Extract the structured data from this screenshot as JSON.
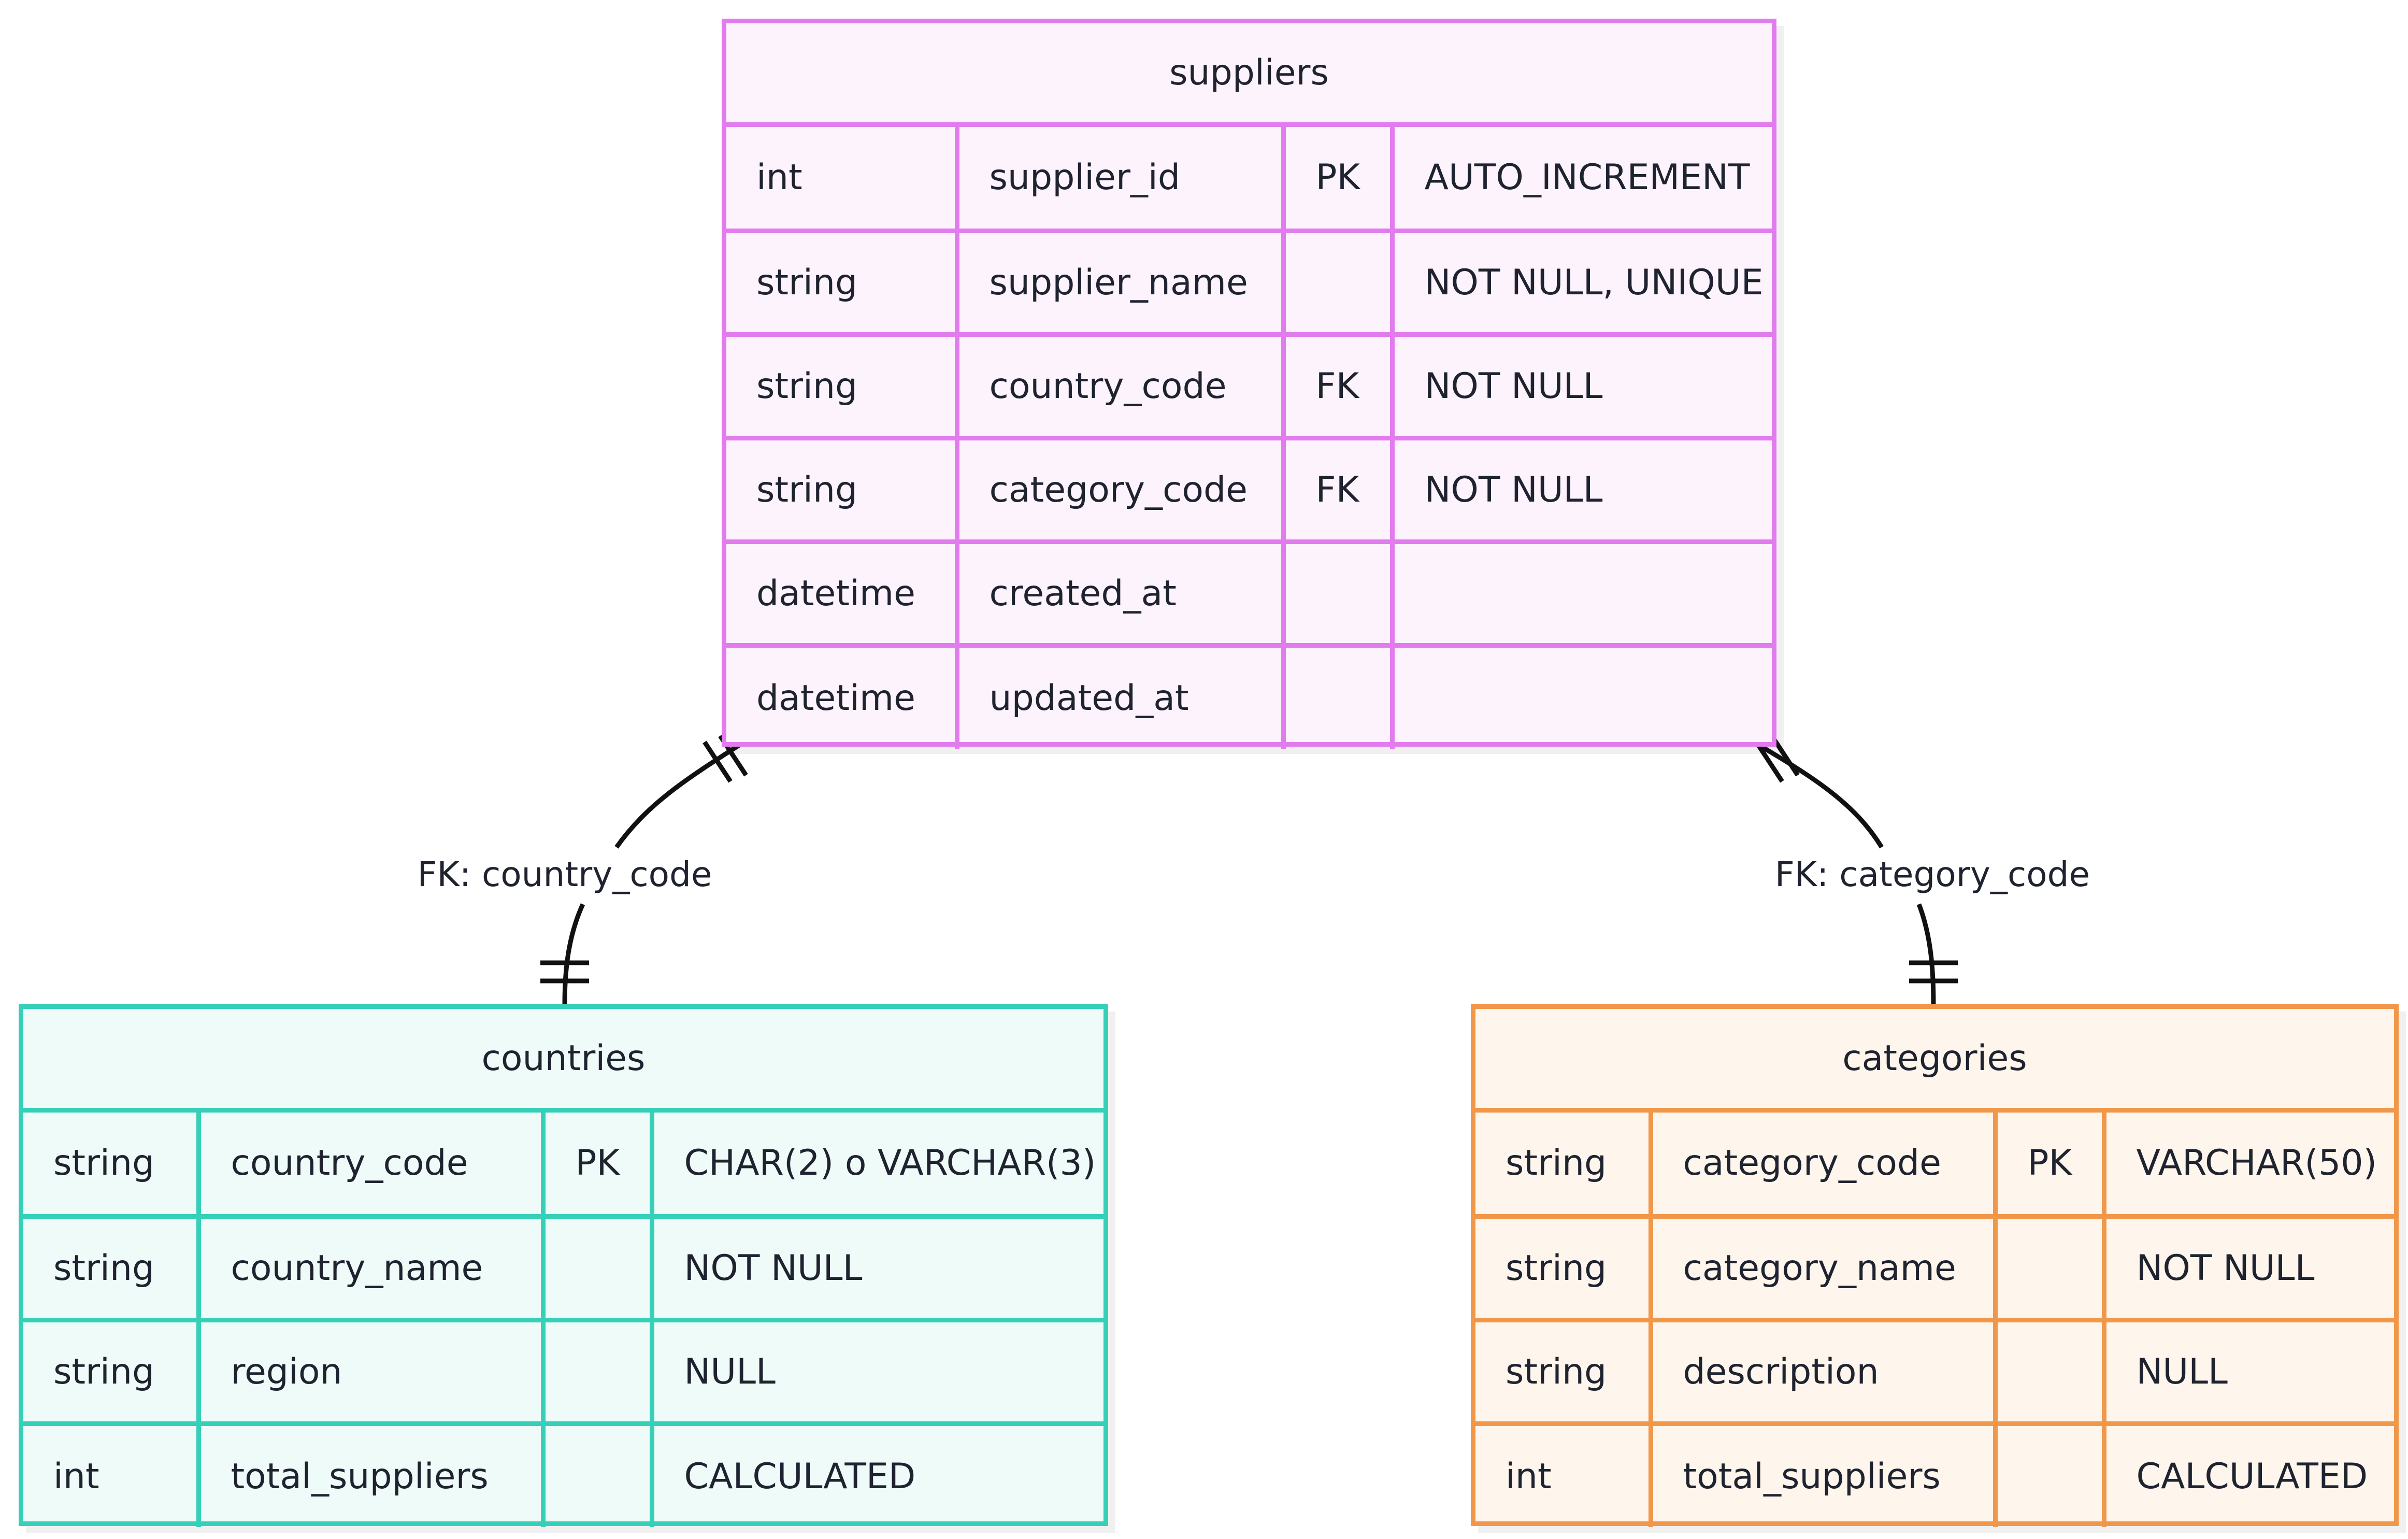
{
  "entities": {
    "suppliers": {
      "title": "suppliers",
      "rows": [
        [
          "int",
          "supplier_id",
          "PK",
          "AUTO_INCREMENT"
        ],
        [
          "string",
          "supplier_name",
          "",
          "NOT NULL, UNIQUE"
        ],
        [
          "string",
          "country_code",
          "FK",
          "NOT NULL"
        ],
        [
          "string",
          "category_code",
          "FK",
          "NOT NULL"
        ],
        [
          "datetime",
          "created_at",
          "",
          ""
        ],
        [
          "datetime",
          "updated_at",
          "",
          ""
        ]
      ]
    },
    "countries": {
      "title": "countries",
      "rows": [
        [
          "string",
          "country_code",
          "PK",
          "CHAR(2) o VARCHAR(3)"
        ],
        [
          "string",
          "country_name",
          "",
          "NOT NULL"
        ],
        [
          "string",
          "region",
          "",
          "NULL"
        ],
        [
          "int",
          "total_suppliers",
          "",
          "CALCULATED"
        ]
      ]
    },
    "categories": {
      "title": "categories",
      "rows": [
        [
          "string",
          "category_code",
          "PK",
          "VARCHAR(50)"
        ],
        [
          "string",
          "category_name",
          "",
          "NOT NULL"
        ],
        [
          "string",
          "description",
          "",
          "NULL"
        ],
        [
          "int",
          "total_suppliers",
          "",
          "CALCULATED"
        ]
      ]
    }
  },
  "relationships": [
    {
      "from": "suppliers",
      "to": "countries",
      "label": "FK: country_code",
      "cardinality": "exactly-one to exactly-one"
    },
    {
      "from": "suppliers",
      "to": "categories",
      "label": "FK: category_code",
      "cardinality": "exactly-one to exactly-one"
    }
  ],
  "colors": {
    "suppliers_border": "#e27cee",
    "suppliers_fill": "#fdf3fd",
    "countries_border": "#36cfb8",
    "countries_fill": "#effbf8",
    "categories_border": "#f0974a",
    "categories_fill": "#fef5ec",
    "line": "#111111",
    "text": "#1f2330"
  }
}
